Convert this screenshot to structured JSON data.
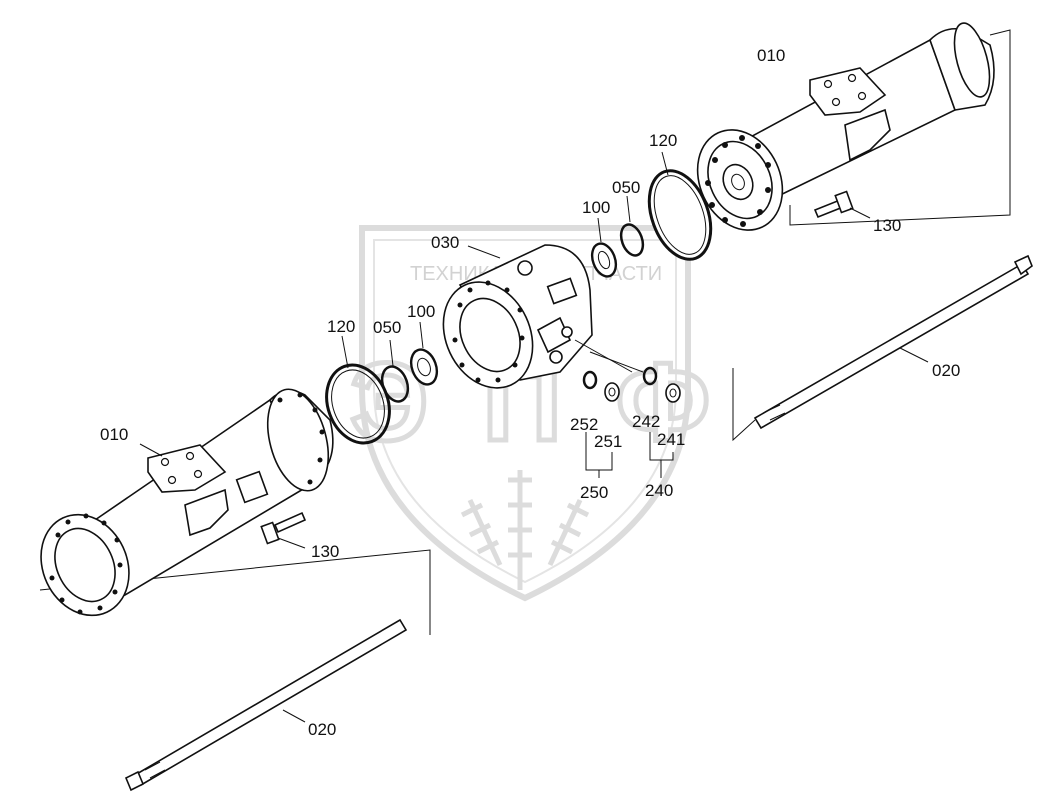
{
  "watermark": {
    "text_left": "ТЕХНИКА",
    "text_right": "ЗАПЧАСТИ",
    "logo_letters": "ЭПФ",
    "icon": "gear-icon"
  },
  "callouts": {
    "top_axle_housing": "010",
    "top_ring_120": "120",
    "top_ring_050": "050",
    "top_bearing_100": "100",
    "top_bolt_130": "130",
    "diff_housing": "030",
    "left_ring_120": "120",
    "left_ring_050": "050",
    "left_bearing_100": "100",
    "ring_252": "252",
    "plug_251": "251",
    "group_250": "250",
    "ring_242": "242",
    "plug_241": "241",
    "group_240": "240",
    "right_shaft_020": "020",
    "bottom_axle_housing": "010",
    "bottom_bolt_130": "130",
    "bottom_shaft_020": "020"
  },
  "colors": {
    "line": "#111111",
    "watermark": "#d2d2d2",
    "background": "#ffffff"
  }
}
